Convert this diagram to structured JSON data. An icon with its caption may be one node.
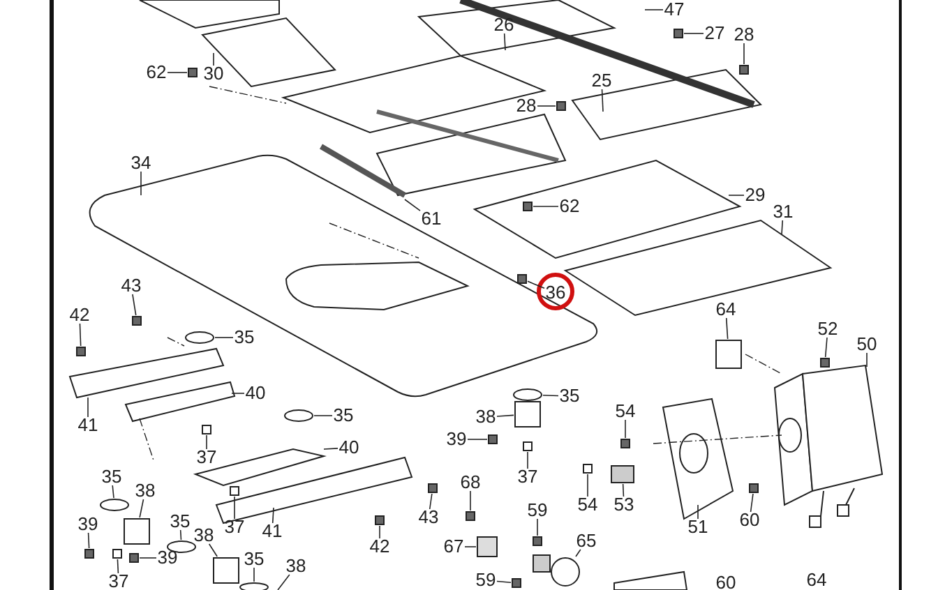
{
  "diagram": {
    "nodes": [
      {
        "text": [
          "47"
        ]
      },
      {
        "text": [
          "26"
        ]
      },
      {
        "text": [
          "27"
        ]
      },
      {
        "text": [
          "28"
        ]
      },
      {
        "text": [
          "62"
        ]
      },
      {
        "text": [
          "30"
        ]
      },
      {
        "text": [
          "25"
        ]
      },
      {
        "text": [
          "28"
        ]
      },
      {
        "text": [
          "29"
        ]
      },
      {
        "text": [
          "62"
        ]
      },
      {
        "text": [
          "31"
        ]
      },
      {
        "text": [
          "34"
        ]
      },
      {
        "text": [
          "61"
        ]
      },
      {
        "text": [
          "36"
        ]
      },
      {
        "text": [
          "43"
        ]
      },
      {
        "text": [
          "42"
        ]
      },
      {
        "text": [
          "35"
        ]
      },
      {
        "text": [
          "40"
        ]
      },
      {
        "text": [
          "41"
        ]
      },
      {
        "text": [
          "37"
        ]
      },
      {
        "text": [
          "35"
        ]
      },
      {
        "text": [
          "40"
        ]
      },
      {
        "text": [
          "39"
        ]
      },
      {
        "text": [
          "38"
        ]
      },
      {
        "text": [
          "35"
        ]
      },
      {
        "text": [
          "37"
        ]
      },
      {
        "text": [
          "54"
        ]
      },
      {
        "text": [
          "64"
        ]
      },
      {
        "text": [
          "52"
        ]
      },
      {
        "text": [
          "50"
        ]
      },
      {
        "text": [
          "41"
        ]
      },
      {
        "text": [
          "37"
        ]
      },
      {
        "text": [
          "43"
        ]
      },
      {
        "text": [
          "42"
        ]
      },
      {
        "text": [
          "68"
        ]
      },
      {
        "text": [
          "54"
        ]
      },
      {
        "text": [
          "53"
        ]
      },
      {
        "text": [
          "51"
        ]
      },
      {
        "text": [
          "60"
        ]
      },
      {
        "text": [
          "59"
        ]
      },
      {
        "text": [
          "67"
        ]
      },
      {
        "text": [
          "65"
        ]
      },
      {
        "text": [
          "35"
        ]
      },
      {
        "text": [
          "38"
        ]
      },
      {
        "text": [
          "39"
        ]
      },
      {
        "text": [
          "37"
        ]
      },
      {
        "text": [
          "35"
        ]
      },
      {
        "text": [
          "38"
        ]
      },
      {
        "text": [
          "39"
        ]
      },
      {
        "text": [
          "59"
        ]
      },
      {
        "text": [
          "35"
        ]
      },
      {
        "text": [
          "38"
        ]
      },
      {
        "text": [
          "60"
        ]
      },
      {
        "text": [
          "64"
        ]
      },
      {
        "text": [],
        "shape": "box"
      },
      {
        "text": [],
        "shape": "box"
      },
      {
        "text": [],
        "shape": "box"
      },
      {
        "text": [],
        "shape": "box"
      },
      {
        "text": [],
        "shape": "box"
      },
      {
        "text": [],
        "shape": "box"
      },
      {
        "text": [],
        "shape": "box"
      },
      {
        "text": [],
        "shape": "box"
      },
      {
        "text": [],
        "shape": "circle"
      },
      {
        "text": [],
        "shape": "box"
      },
      {
        "text": [],
        "shape": "circle"
      },
      {
        "text": [],
        "shape": "box"
      },
      {
        "text": [],
        "shape": "box"
      },
      {
        "text": [],
        "shape": "circle"
      },
      {
        "text": [],
        "shape": "box"
      },
      {
        "text": [],
        "shape": "box"
      },
      {
        "text": [],
        "shape": "box"
      },
      {
        "text": [],
        "shape": "box"
      },
      {
        "text": [],
        "shape": "box"
      },
      {
        "text": [],
        "shape": "box"
      },
      {
        "text": [],
        "shape": "box"
      },
      {
        "text": [],
        "shape": "box"
      },
      {
        "text": [],
        "shape": "box"
      },
      {
        "text": [],
        "shape": "box"
      },
      {
        "text": [],
        "shape": "box"
      },
      {
        "text": [],
        "shape": "box"
      },
      {
        "text": [],
        "shape": "box"
      },
      {
        "text": [],
        "shape": "circle"
      },
      {
        "text": [],
        "shape": "circle"
      },
      {
        "text": [],
        "shape": "box"
      },
      {
        "text": [],
        "shape": "box"
      },
      {
        "text": [],
        "shape": "box"
      },
      {
        "text": [],
        "shape": "circle"
      },
      {
        "text": [],
        "shape": "box"
      },
      {
        "text": [],
        "shape": "box"
      },
      {
        "text": [],
        "shape": "box"
      },
      {
        "text": [],
        "shape": "circle"
      }
    ],
    "edges": [
      {
        "from": 0,
        "to": null,
        "arrow": "none"
      },
      {
        "from": 1,
        "to": null,
        "arrow": "none"
      },
      {
        "from": 2,
        "to": 54,
        "arrow": "none"
      },
      {
        "from": 3,
        "to": 55,
        "arrow": "none"
      },
      {
        "from": 4,
        "to": 56,
        "arrow": "none"
      },
      {
        "from": 5,
        "to": null,
        "arrow": "none"
      },
      {
        "from": 6,
        "to": null,
        "arrow": "none"
      },
      {
        "from": 7,
        "to": 57,
        "arrow": "none"
      },
      {
        "from": 8,
        "to": null,
        "arrow": "none"
      },
      {
        "from": 9,
        "to": 58,
        "arrow": "none"
      },
      {
        "from": 10,
        "to": null,
        "arrow": "none"
      },
      {
        "from": 11,
        "to": null,
        "arrow": "none"
      },
      {
        "from": 12,
        "to": null,
        "arrow": "none"
      },
      {
        "from": 13,
        "to": 59,
        "arrow": "none"
      },
      {
        "from": 14,
        "to": 60,
        "arrow": "none"
      },
      {
        "from": 15,
        "to": 61,
        "arrow": "none"
      },
      {
        "from": 16,
        "to": 62,
        "arrow": "none"
      },
      {
        "from": 17,
        "to": null,
        "arrow": "none"
      },
      {
        "from": 18,
        "to": null,
        "arrow": "none"
      },
      {
        "from": 19,
        "to": 63,
        "arrow": "none"
      },
      {
        "from": 20,
        "to": 64,
        "arrow": "none"
      },
      {
        "from": 21,
        "to": null,
        "arrow": "none"
      },
      {
        "from": 22,
        "to": 65,
        "arrow": "none"
      },
      {
        "from": 23,
        "to": 66,
        "arrow": "none"
      },
      {
        "from": 24,
        "to": 67,
        "arrow": "none"
      },
      {
        "from": 25,
        "to": 68,
        "arrow": "none"
      },
      {
        "from": 26,
        "to": 69,
        "arrow": "none"
      },
      {
        "from": 27,
        "to": 70,
        "arrow": "none"
      },
      {
        "from": 28,
        "to": 71,
        "arrow": "none"
      },
      {
        "from": 29,
        "to": null,
        "arrow": "none"
      },
      {
        "from": 30,
        "to": null,
        "arrow": "none"
      },
      {
        "from": 31,
        "to": 72,
        "arrow": "none"
      },
      {
        "from": 32,
        "to": 73,
        "arrow": "none"
      },
      {
        "from": 33,
        "to": 74,
        "arrow": "none"
      },
      {
        "from": 34,
        "to": 75,
        "arrow": "none"
      },
      {
        "from": 35,
        "to": 76,
        "arrow": "none"
      },
      {
        "from": 36,
        "to": 77,
        "arrow": "none"
      },
      {
        "from": 37,
        "to": null,
        "arrow": "none"
      },
      {
        "from": 38,
        "to": 78,
        "arrow": "none"
      },
      {
        "from": 39,
        "to": 79,
        "arrow": "none"
      },
      {
        "from": 40,
        "to": 80,
        "arrow": "none"
      },
      {
        "from": 41,
        "to": 81,
        "arrow": "none"
      },
      {
        "from": 42,
        "to": 82,
        "arrow": "none"
      },
      {
        "from": 43,
        "to": 83,
        "arrow": "none"
      },
      {
        "from": 44,
        "to": 84,
        "arrow": "none"
      },
      {
        "from": 45,
        "to": 85,
        "arrow": "none"
      },
      {
        "from": 46,
        "to": 86,
        "arrow": "none"
      },
      {
        "from": 47,
        "to": 87,
        "arrow": "none"
      },
      {
        "from": 48,
        "to": 88,
        "arrow": "none"
      },
      {
        "from": 49,
        "to": 89,
        "arrow": "none"
      },
      {
        "from": 50,
        "to": 90,
        "arrow": "none"
      },
      {
        "from": 51,
        "to": null,
        "arrow": "none"
      }
    ]
  }
}
